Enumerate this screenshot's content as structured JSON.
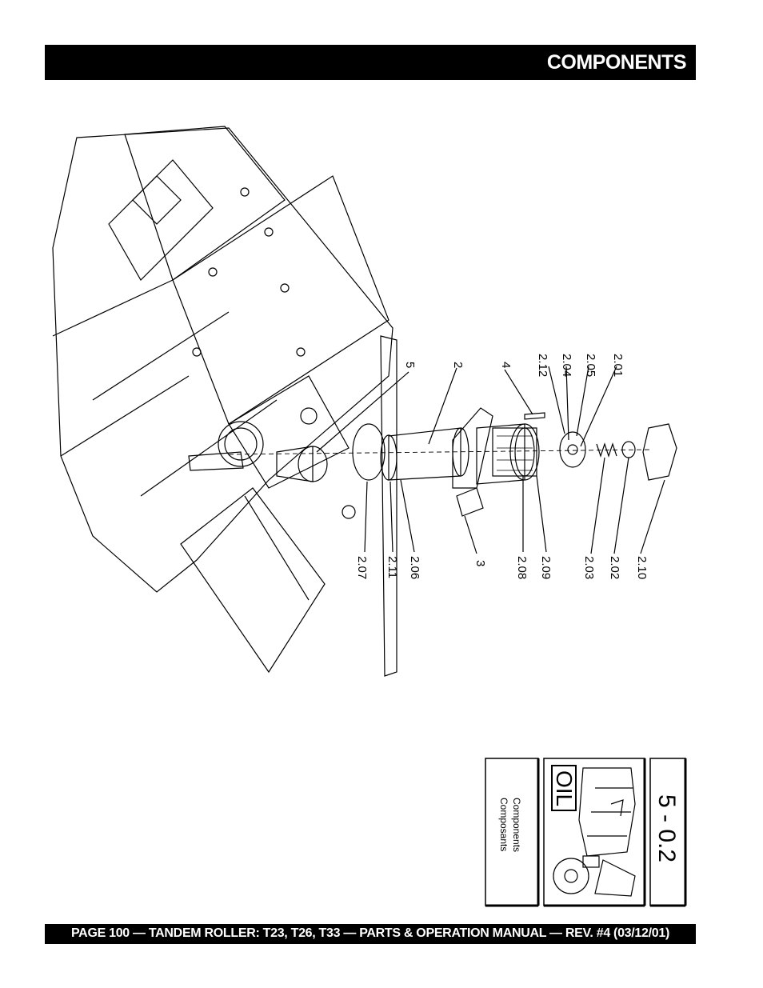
{
  "header": {
    "title": "COMPONENTS"
  },
  "footer": {
    "text": "PAGE 100 — TANDEM ROLLER: T23, T26, T33 — PARTS & OPERATION MANUAL — REV. #4 (03/12/01)"
  },
  "callouts": {
    "top": [
      "5",
      "2",
      "4",
      "2.12",
      "2.04",
      "2.05",
      "2.01"
    ],
    "bottom": [
      "2.07",
      "2.11",
      "2.06",
      "3",
      "2.08",
      "2.09",
      "2.03",
      "2.02",
      "2.10"
    ]
  },
  "thumbnail": {
    "label_1": "Components",
    "label_2": "Composants",
    "badge": "OIL",
    "code": "5 - 0.2"
  }
}
